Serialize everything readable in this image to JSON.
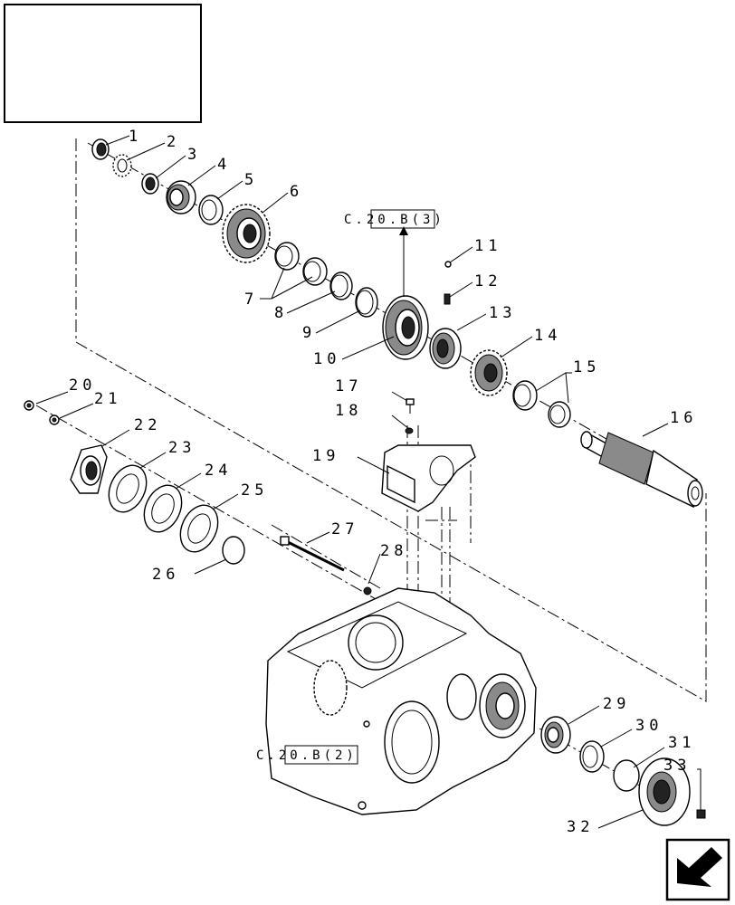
{
  "callouts": [
    {
      "id": "c1",
      "text": "1"
    },
    {
      "id": "c2",
      "text": "2"
    },
    {
      "id": "c3",
      "text": "3"
    },
    {
      "id": "c4",
      "text": "4"
    },
    {
      "id": "c5",
      "text": "5"
    },
    {
      "id": "c6",
      "text": "6"
    },
    {
      "id": "c7",
      "text": "7"
    },
    {
      "id": "c8",
      "text": "8"
    },
    {
      "id": "c9",
      "text": "9"
    },
    {
      "id": "c10",
      "text": "10"
    },
    {
      "id": "c11",
      "text": "11"
    },
    {
      "id": "c12",
      "text": "12"
    },
    {
      "id": "c13",
      "text": "13"
    },
    {
      "id": "c14",
      "text": "14"
    },
    {
      "id": "c15",
      "text": "15"
    },
    {
      "id": "c16",
      "text": "16"
    },
    {
      "id": "c17",
      "text": "17"
    },
    {
      "id": "c18",
      "text": "18"
    },
    {
      "id": "c19",
      "text": "19"
    },
    {
      "id": "c20",
      "text": "20"
    },
    {
      "id": "c21",
      "text": "21"
    },
    {
      "id": "c22",
      "text": "22"
    },
    {
      "id": "c23",
      "text": "23"
    },
    {
      "id": "c24",
      "text": "24"
    },
    {
      "id": "c25",
      "text": "25"
    },
    {
      "id": "c26",
      "text": "26"
    },
    {
      "id": "c27",
      "text": "27"
    },
    {
      "id": "c28",
      "text": "28"
    },
    {
      "id": "c29",
      "text": "29"
    },
    {
      "id": "c30",
      "text": "30"
    },
    {
      "id": "c31",
      "text": "31"
    },
    {
      "id": "c32",
      "text": "32"
    },
    {
      "id": "c33",
      "text": "33"
    }
  ],
  "references": {
    "top": "C.20.B(3)",
    "bottom": "C.20.B(2)"
  },
  "icons": {
    "corner_button": "next-page-arrow-icon"
  }
}
